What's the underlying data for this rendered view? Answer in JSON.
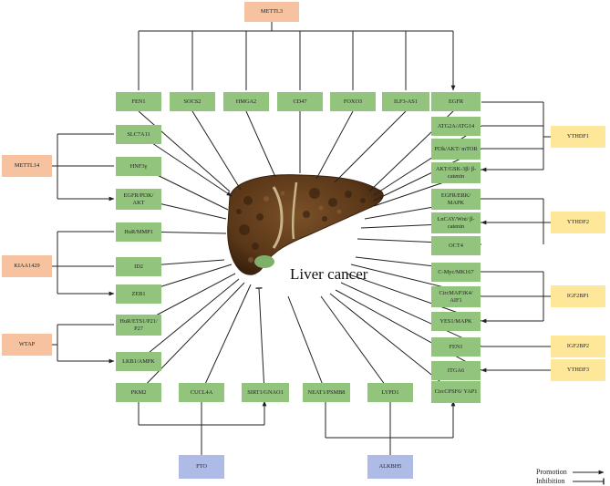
{
  "center_label": "Liver cancer",
  "regulators": {
    "mettl3": "METTL3",
    "mettl14": "METTL14",
    "kiaa1429": "KIAA1429",
    "wtap": "WTAP",
    "fto": "FTO",
    "alkbh5": "ALKBH5",
    "ythdf1": "YTHDF1",
    "ythdf2": "YTHDF2",
    "igf2bp1": "IGF2BP1",
    "igf2bp2": "IGF2BP2",
    "ythdf3": "YTHDF3"
  },
  "targets": {
    "fen1_top": "FEN1",
    "socs2": "SOCS2",
    "hmga2": "HMGA2",
    "cd47": "CD47",
    "foxo3": "FOXO3",
    "ilf3": "ILF3-AS1",
    "egfr": "EGFR",
    "slc7a11": "SLC7A11",
    "hnf3y": "HNF3γ",
    "egfr_pi3k": "EGFR/PI3K/ AKT",
    "hur_mmp1": "HuR/MMP1",
    "id2": "ID2",
    "zeb1": "ZEB1",
    "hur_ets1": "HuR/ETS1/P21/ P27",
    "lkb1": "LKB1/AMPK",
    "pkm2": "PKM2",
    "cucl4a": "CUCL4A",
    "sirt1": "SIRT1/GNAO1",
    "neat1": "NEAT1/PSMB8",
    "lypd1": "LYPD1",
    "circpsf6": "CircCPSF6/ YAP1",
    "atg2a": "ATG2A/ATG14",
    "pi3k_mtor": "PI3k/AKT/ mTOR",
    "akt_gsk": "AKT/GSK-3β/ β-catenin",
    "egfr_erk": "EGFR/ERK/ MAPK",
    "lncay": "LnCAY/Wnt/ β-catenin",
    "oct4": "OCT4",
    "cmyc": "C-Myc/MK167",
    "circmap": "CircMAP3K4/ AIF1",
    "yes1": "YES1/MAPK",
    "fen1_right": "FEN1",
    "itga6": "ITGA6"
  },
  "legend": {
    "promotion": "Promotion",
    "inhibition": "Inhibition"
  },
  "colors": {
    "target": "#93c47d",
    "writer": "#f6c29f",
    "reader": "#ffe79a",
    "eraser": "#aebbe6",
    "liver": "#5e3a1c"
  }
}
